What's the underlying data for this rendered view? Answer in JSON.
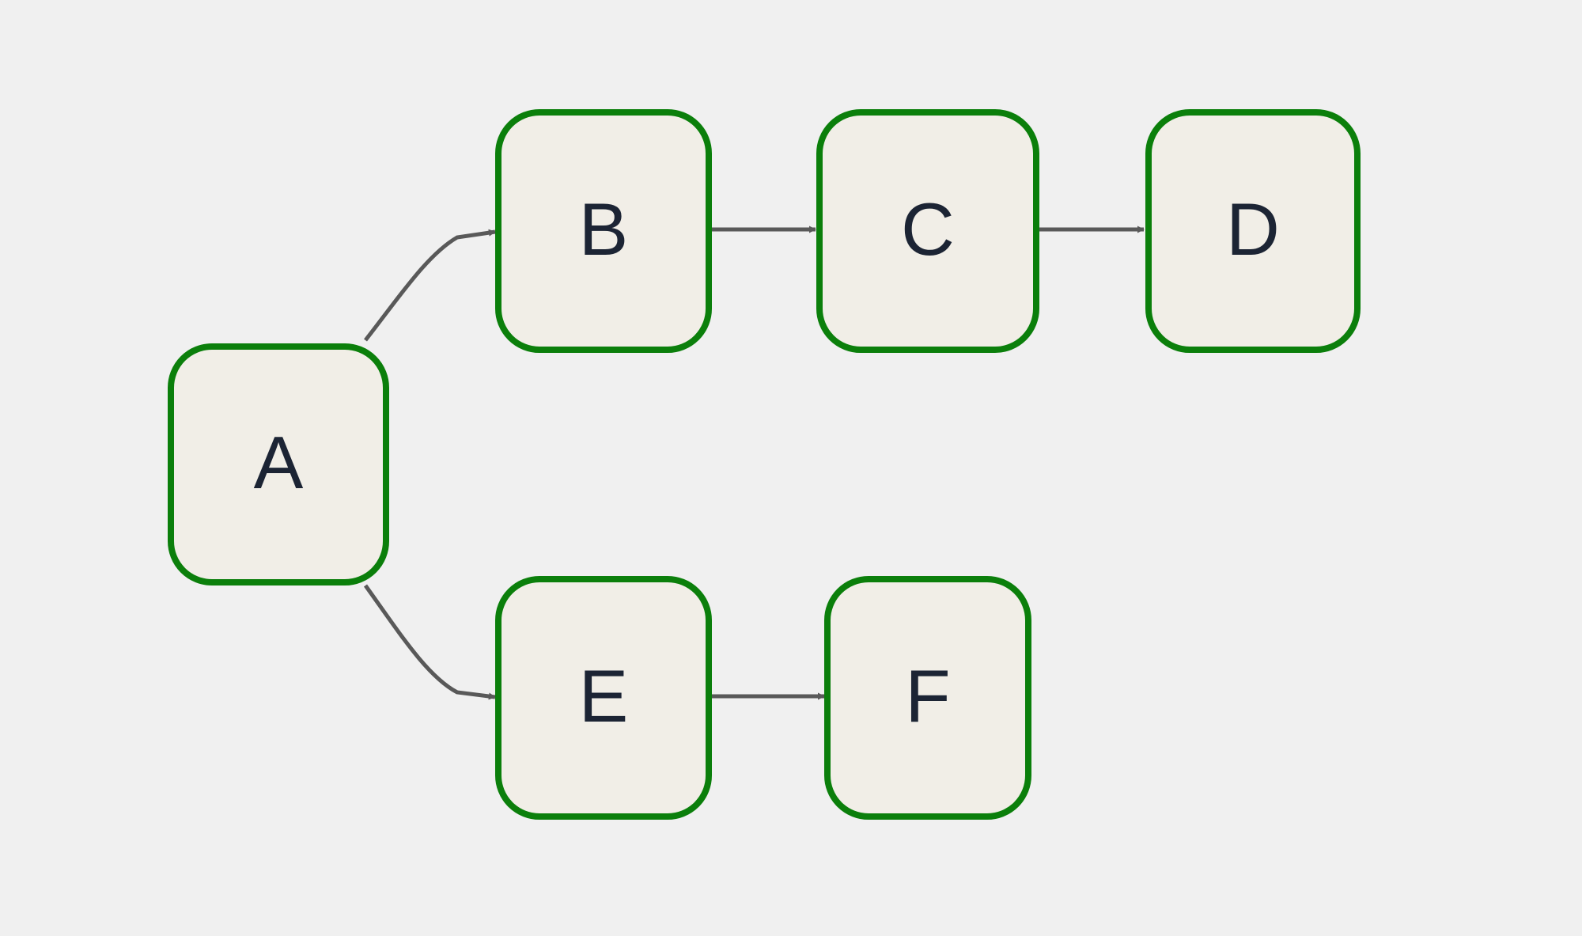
{
  "colors": {
    "background": "#f0f0f0",
    "node_fill": "#f1eee7",
    "node_border": "#0b7f0b",
    "edge": "#595959",
    "label": "#1c2434"
  },
  "nodes": [
    {
      "id": "A",
      "label": "A"
    },
    {
      "id": "B",
      "label": "B"
    },
    {
      "id": "C",
      "label": "C"
    },
    {
      "id": "D",
      "label": "D"
    },
    {
      "id": "E",
      "label": "E"
    },
    {
      "id": "F",
      "label": "F"
    }
  ],
  "edges": [
    {
      "from": "A",
      "to": "B"
    },
    {
      "from": "B",
      "to": "C"
    },
    {
      "from": "C",
      "to": "D"
    },
    {
      "from": "A",
      "to": "E"
    },
    {
      "from": "E",
      "to": "F"
    }
  ]
}
